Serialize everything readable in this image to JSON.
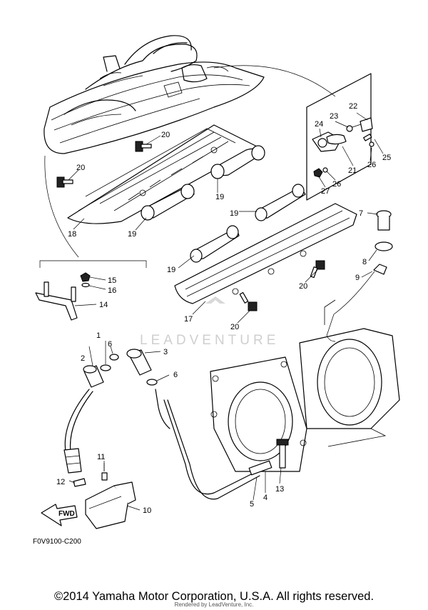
{
  "diagram": {
    "reference_code": "F0V9100-C200",
    "watermark": "LEADVENTURE",
    "direction_label": "FWD",
    "copyright": "©2014 Yamaha Motor Corporation, U.S.A. All rights reserved.",
    "rendered_by": "Rendered by LeadVenture, Inc.",
    "callouts": [
      {
        "id": "c1",
        "label": "1"
      },
      {
        "id": "c2",
        "label": "2"
      },
      {
        "id": "c3",
        "label": "3"
      },
      {
        "id": "c4",
        "label": "4"
      },
      {
        "id": "c5",
        "label": "5"
      },
      {
        "id": "c6a",
        "label": "6"
      },
      {
        "id": "c6b",
        "label": "6"
      },
      {
        "id": "c7",
        "label": "7"
      },
      {
        "id": "c8",
        "label": "8"
      },
      {
        "id": "c9",
        "label": "9"
      },
      {
        "id": "c10",
        "label": "10"
      },
      {
        "id": "c11",
        "label": "11"
      },
      {
        "id": "c12",
        "label": "12"
      },
      {
        "id": "c13",
        "label": "13"
      },
      {
        "id": "c14",
        "label": "14"
      },
      {
        "id": "c15",
        "label": "15"
      },
      {
        "id": "c16",
        "label": "16"
      },
      {
        "id": "c17",
        "label": "17"
      },
      {
        "id": "c18",
        "label": "18"
      },
      {
        "id": "c19a",
        "label": "19"
      },
      {
        "id": "c19b",
        "label": "19"
      },
      {
        "id": "c19c",
        "label": "19"
      },
      {
        "id": "c19d",
        "label": "19"
      },
      {
        "id": "c20a",
        "label": "20"
      },
      {
        "id": "c20b",
        "label": "20"
      },
      {
        "id": "c20c",
        "label": "20"
      },
      {
        "id": "c20d",
        "label": "20"
      },
      {
        "id": "c21",
        "label": "21"
      },
      {
        "id": "c22",
        "label": "22"
      },
      {
        "id": "c23",
        "label": "23"
      },
      {
        "id": "c24",
        "label": "24"
      },
      {
        "id": "c25",
        "label": "25"
      },
      {
        "id": "c26a",
        "label": "26"
      },
      {
        "id": "c26b",
        "label": "26"
      },
      {
        "id": "c27",
        "label": "27"
      }
    ]
  }
}
